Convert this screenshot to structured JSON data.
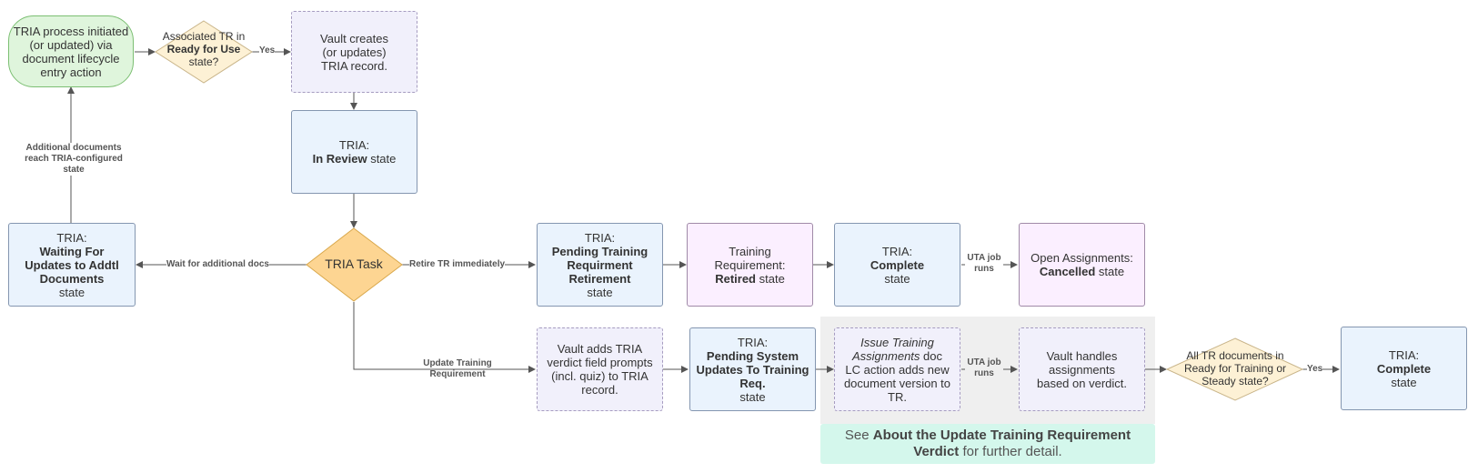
{
  "nodes": {
    "start": "TRIA process initiated (or updated) via document lifecycle entry action",
    "decision_ready": {
      "pre": "Associated TR in ",
      "bold": "Ready for Use",
      "post": " state?"
    },
    "vault_creates": "Vault creates (or updates) TRIA record.",
    "in_review": {
      "pre": "TRIA:",
      "bold": "In Review",
      "post": " state"
    },
    "task": "TRIA Task",
    "waiting": {
      "pre": "TRIA:",
      "bold": "Waiting For Updates to Addtl Documents",
      "post": "state"
    },
    "pending_retirement": {
      "pre": "TRIA:",
      "bold": "Pending Training Requirment Retirement",
      "post": "state"
    },
    "tr_retired": {
      "pre": "Training Requirement:",
      "bold": "Retired",
      "post": " state"
    },
    "complete_top": {
      "pre": "TRIA:",
      "bold": "Complete",
      "post": "state"
    },
    "open_cancelled": {
      "pre": "Open Assignments:",
      "bold": "Cancelled",
      "post": " state"
    },
    "vault_adds": "Vault adds TRIA verdict field prompts (incl. quiz) to TRIA record.",
    "pending_system": {
      "pre": "TRIA:",
      "bold": "Pending System Updates To Training Req.",
      "post": "state"
    },
    "issue_training": {
      "italic": "Issue Training Assignments",
      "post": " doc LC action adds new document version to TR."
    },
    "vault_handles": "Vault handles assignments based on verdict.",
    "decision_all": "All TR documents in Ready for Training or Steady state?",
    "complete_bottom": {
      "pre": "TRIA:",
      "bold": "Complete",
      "post": "state"
    }
  },
  "edges": {
    "yes1": "Yes",
    "additional_docs": "Additional documents reach TRIA-configured state",
    "wait": "Wait for additional docs",
    "retire": "Retire TR immediately",
    "update": "Update Training Requirement",
    "uta1": "UTA job runs",
    "uta2": "UTA job runs",
    "yes2": "Yes"
  },
  "note": {
    "pre": "See ",
    "bold": "About the Update Training Requirement Verdict",
    "post": " for further detail."
  },
  "colors": {
    "blue": "#eaf3fd",
    "purple": "#f1f0fb",
    "pink": "#fbefff",
    "green": "#dff5dc",
    "decision": "#fdf1d5",
    "task": "#fdd592",
    "note": "#d4f7ec"
  }
}
